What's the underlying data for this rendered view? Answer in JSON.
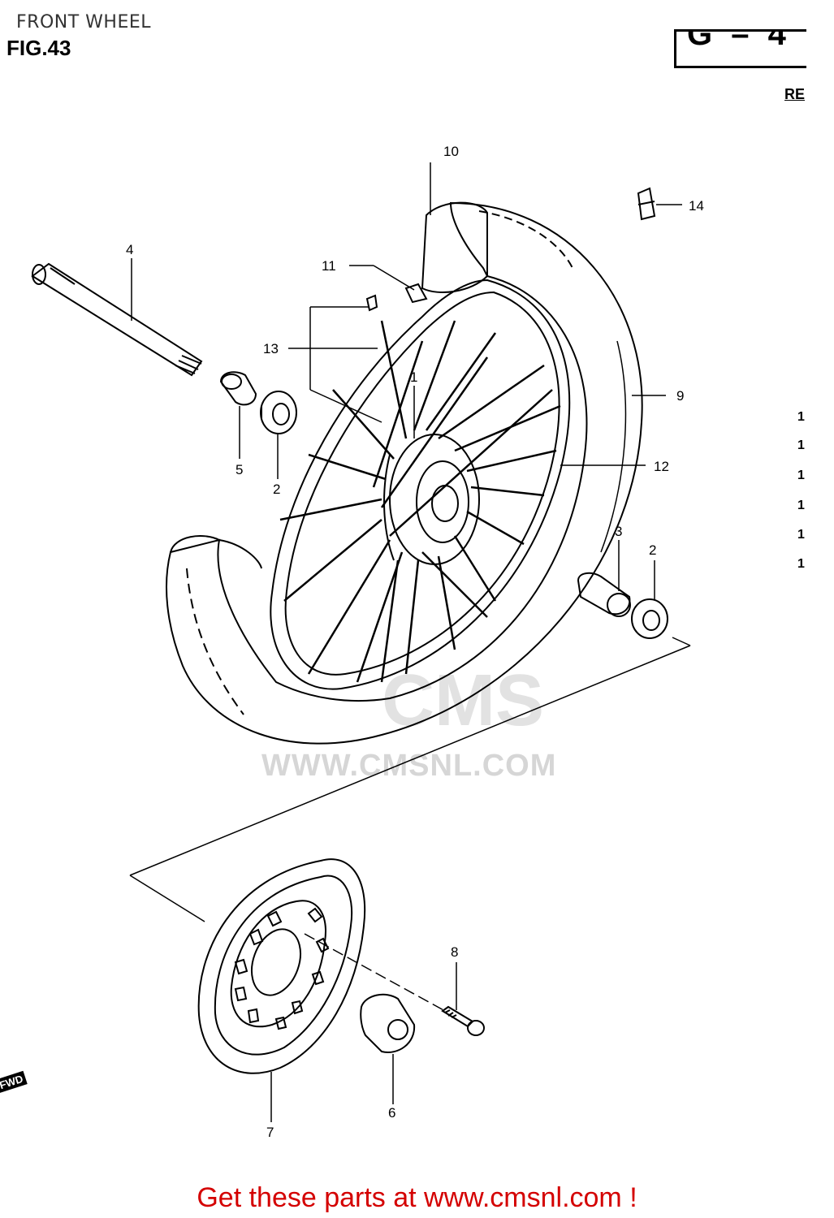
{
  "header": {
    "title": "FRONT WHEEL",
    "figure": "FIG.43",
    "group_code": "G – 4",
    "ref_label": "RE"
  },
  "side_column": [
    "1",
    "1",
    "1",
    "1",
    "1",
    "1"
  ],
  "callouts": {
    "c1": "1",
    "c2a": "2",
    "c2b": "2",
    "c3": "3",
    "c4": "4",
    "c5": "5",
    "c6": "6",
    "c7": "7",
    "c8": "8",
    "c9": "9",
    "c10": "10",
    "c11": "11",
    "c12": "12",
    "c13": "13",
    "c14": "14"
  },
  "watermark": {
    "logo": "CMS",
    "url": "WWW.CMSNL.COM"
  },
  "fwd_marker": "FWD",
  "footer": {
    "link_text": "Get these parts at www.cmsnl.com !",
    "link_color": "#d40000"
  }
}
